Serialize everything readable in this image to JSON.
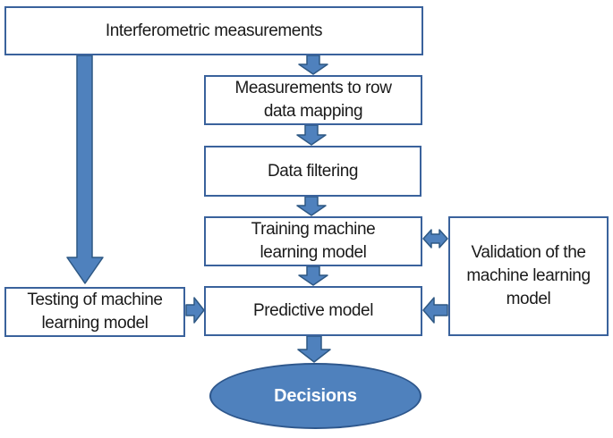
{
  "diagram": {
    "type": "flowchart",
    "nodes": {
      "interferometric": {
        "label": "Interferometric measurements",
        "shape": "rect"
      },
      "measurements_mapping": {
        "label": "Measurements to row\ndata mapping",
        "shape": "rect"
      },
      "data_filtering": {
        "label": "Data filtering",
        "shape": "rect"
      },
      "training": {
        "label": "Training machine\nlearning model",
        "shape": "rect"
      },
      "validation": {
        "label": "Validation of the\nmachine learning\nmodel",
        "shape": "rect"
      },
      "testing": {
        "label": "Testing of machine\nlearning model",
        "shape": "rect"
      },
      "predictive": {
        "label": "Predictive model",
        "shape": "rect"
      },
      "decisions": {
        "label": "Decisions",
        "shape": "ellipse"
      }
    },
    "edges": [
      {
        "from": "interferometric",
        "to": "measurements_mapping",
        "type": "down"
      },
      {
        "from": "measurements_mapping",
        "to": "data_filtering",
        "type": "down"
      },
      {
        "from": "data_filtering",
        "to": "training",
        "type": "down"
      },
      {
        "from": "training",
        "to": "predictive",
        "type": "down"
      },
      {
        "from": "interferometric",
        "to": "testing",
        "type": "down-long"
      },
      {
        "from": "testing",
        "to": "predictive",
        "type": "right"
      },
      {
        "from": "training",
        "to": "validation",
        "type": "bidirectional"
      },
      {
        "from": "validation",
        "to": "predictive",
        "type": "left"
      },
      {
        "from": "predictive",
        "to": "decisions",
        "type": "down"
      }
    ],
    "colors": {
      "box_border": "#3a629c",
      "arrow_fill": "#4f81bd",
      "arrow_stroke": "#2e5884",
      "ellipse_fill": "#4f81bd",
      "ellipse_stroke": "#2e578c",
      "decisions_text": "#ffffff",
      "text_color": "#1a1a1a",
      "background": "#ffffff"
    }
  }
}
